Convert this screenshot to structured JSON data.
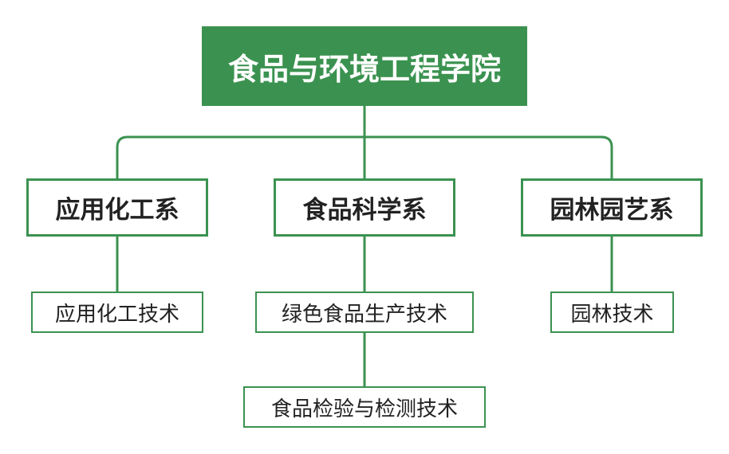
{
  "colors": {
    "accent": "#3b9250",
    "text": "#222222",
    "background": "#ffffff"
  },
  "root": {
    "label": "食品与环境工程学院"
  },
  "departments": [
    {
      "label": "应用化工系",
      "majors": [
        "应用化工技术"
      ]
    },
    {
      "label": "食品科学系",
      "majors": [
        "绿色食品生产技术",
        "食品检验与检测技术"
      ]
    },
    {
      "label": "园林园艺系",
      "majors": [
        "园林技术"
      ]
    }
  ]
}
